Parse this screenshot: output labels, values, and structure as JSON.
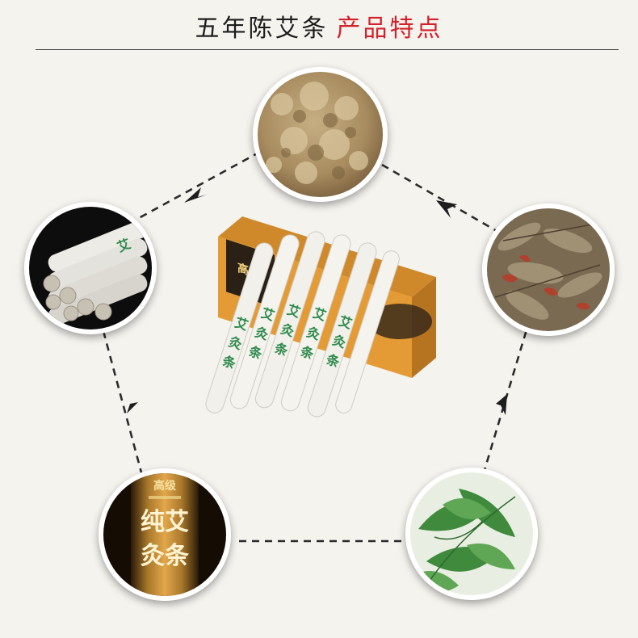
{
  "header": {
    "title_main": "五年陈艾条",
    "title_accent": "产品特点"
  },
  "colors": {
    "title_text": "#1d1d1d",
    "title_accent": "#d3202a",
    "background": "#f5f3ee",
    "dashed_line": "#2b2b2b"
  },
  "product": {
    "stick_text": "艾灸条",
    "box_grade": "高级",
    "label_grade": "高级",
    "label_name": "纯艾灸条"
  },
  "icons": {
    "arrows": [
      "arrow-left-icon",
      "arrow-down-icon",
      "arrow-up-icon"
    ]
  }
}
